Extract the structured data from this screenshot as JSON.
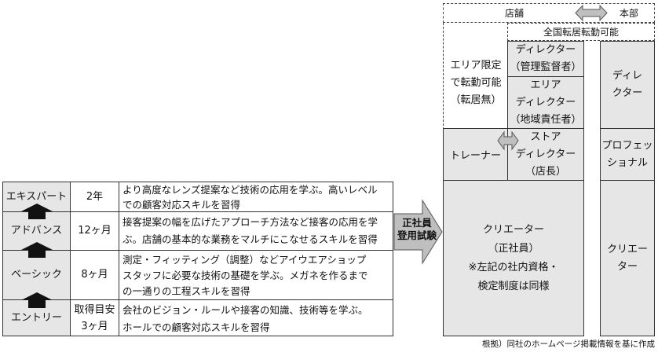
{
  "left_table": {
    "rows": [
      {
        "label": "エキスパート",
        "period": "2年",
        "desc_line1": "より高度なレンズ提案など技術の応用を学ぶ。高いレベル",
        "desc_line2": "での顧客対応スキルを習得"
      },
      {
        "label": "アドバンス",
        "period": "12ヶ月",
        "desc_line1": "接客提案の幅を広げたアプローチ方法など接客の応用を学",
        "desc_line2": "ぶ。店舗の基本的な業務をマルチにこなせるスキルを習得"
      },
      {
        "label": "ベーシック",
        "period": "8ヶ月",
        "desc_line1": "測定・フィッティング（調整）などアイウエアショップ",
        "desc_line2": "スタッフに必要な技術の基礎を学ぶ。メガネを作るまで",
        "desc_line3": "の一通りの工程スキルを習得"
      },
      {
        "label": "エントリー",
        "period_line1": "取得目安",
        "period_line2": "3ヶ月",
        "desc_line1": "会社のビジョン・ルールや接客の知識、技術等を学ぶ。",
        "desc_line2": "ホールでの顧客対応スキルを習得"
      }
    ]
  },
  "exam_arrow": {
    "line1": "正社員",
    "line2": "登用試験"
  },
  "header": {
    "store": "店舗",
    "hq": "本部",
    "nationwide": "全国転居転勤可能"
  },
  "store_col": {
    "area_limited": {
      "line1": "エリア限定",
      "line2": "で転勤可能",
      "line3": "（転居無）"
    },
    "director_mgr": {
      "line1": "ディレクター",
      "line2": "（管理監督者）"
    },
    "area_director": {
      "line1": "エリア",
      "line2": "ディレクター",
      "line3": "（地域責任者）"
    },
    "trainer": "トレーナー",
    "store_director": {
      "line1": "ストア",
      "line2": "ディレクター",
      "line3": "（店長）"
    },
    "creator": {
      "line1": "クリエーター",
      "line2": "（正社員）",
      "line3": "※左記の社内資格・",
      "line4": "検定制度は同様"
    }
  },
  "hq_col": {
    "director": {
      "line1": "ディレ",
      "line2": "クター"
    },
    "professional": {
      "line1": "プロフェッ",
      "line2": "ショナル"
    },
    "creator": {
      "line1": "クリエー",
      "line2": "ター"
    }
  },
  "footnote": "根拠）同社のホームページ掲載情報を基に作成"
}
